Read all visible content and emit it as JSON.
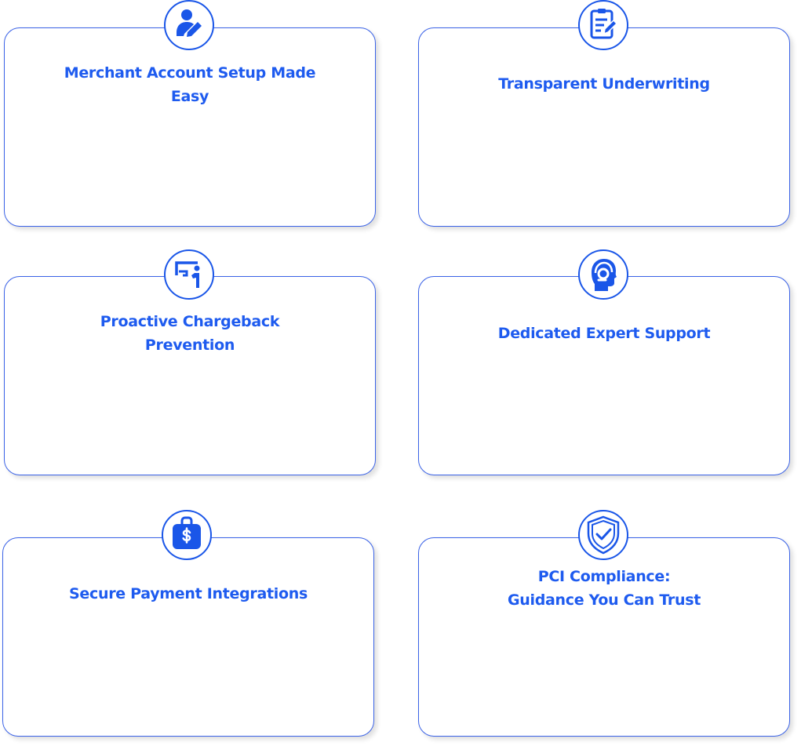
{
  "accent_color": "#1e5bef",
  "cards": [
    {
      "title": "Merchant Account Setup Made\nEasy",
      "icon": "user-edit-icon"
    },
    {
      "title": "Transparent Underwriting",
      "icon": "clipboard-edit-icon"
    },
    {
      "title": "Proactive Chargeback\nPrevention",
      "icon": "presenter-board-icon"
    },
    {
      "title": "Dedicated Expert Support",
      "icon": "headset-support-icon"
    },
    {
      "title": "Secure Payment Integrations",
      "icon": "money-bag-icon"
    },
    {
      "title": "PCI Compliance:\nGuidance You Can Trust",
      "icon": "shield-check-icon"
    }
  ]
}
